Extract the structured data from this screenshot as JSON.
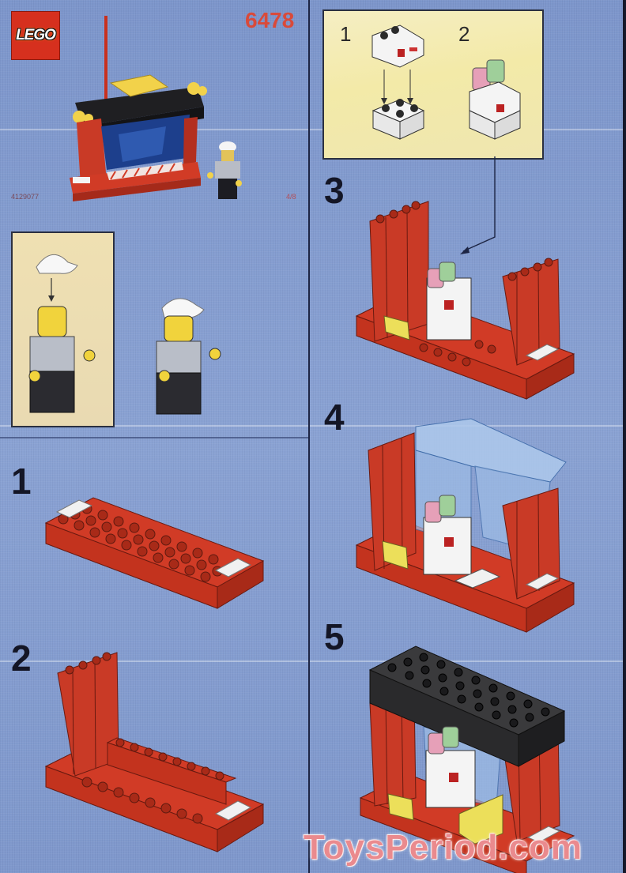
{
  "document": {
    "type": "LEGO building instructions page",
    "brand_logo": "LEGO",
    "set_number": "6478",
    "cover": {
      "code_left": "4129077",
      "code_right": "4/8"
    },
    "colors": {
      "page_blue": "#7f98cc",
      "brick_red": "#c9351f",
      "logo_red": "#d6301e",
      "inset_yellow": "#f3eaa8",
      "roof_black": "#3a3a3a",
      "set_number_red": "#d94a3a"
    },
    "minifig_inset": {
      "description": "Attach white cap to minifigure head"
    },
    "sub_assembly": {
      "steps": [
        {
          "label": "1",
          "description": "White slope console onto 2x2 white brick"
        },
        {
          "label": "2",
          "description": "Add trans-pink and trans-green round bricks"
        }
      ]
    },
    "steps": [
      {
        "label": "1",
        "description": "Red base plate with two white grille tiles"
      },
      {
        "label": "2",
        "description": "Add red wall pillar and red bricks"
      },
      {
        "label": "3",
        "description": "Place console sub-assembly, second red pillar, yellow seat"
      },
      {
        "label": "4",
        "description": "Add trans-light-blue windscreen and white plate"
      },
      {
        "label": "5",
        "description": "Add black roof plate and yellow seat"
      }
    ],
    "watermark": "ToysPeriod.com"
  }
}
